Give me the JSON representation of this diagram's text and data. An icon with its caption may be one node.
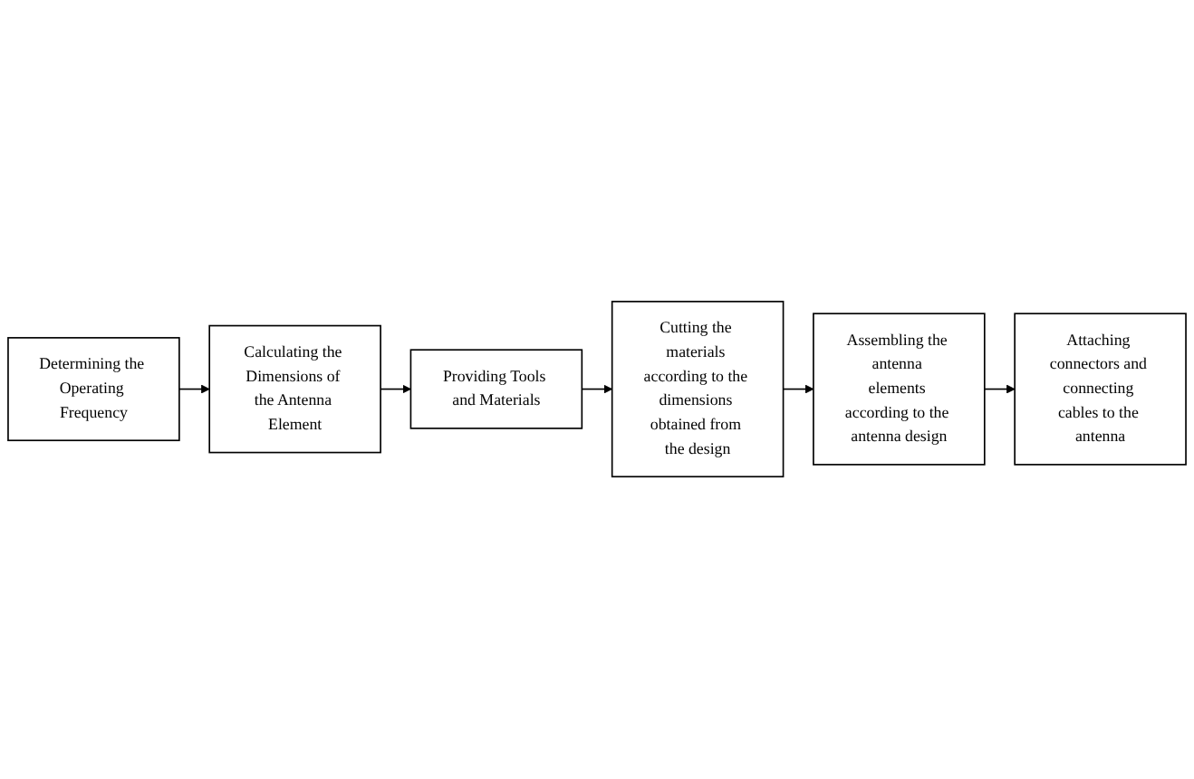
{
  "diagram": {
    "nodes": [
      {
        "text": [
          "Determining the Operating Frequency"
        ]
      },
      {
        "text": [
          "Calculating the Dimensions of the Antenna Element"
        ]
      },
      {
        "text": [
          "Providing Tools and Materials"
        ]
      },
      {
        "text": [
          "Cutting the materials according to the dimensions obtained from the design"
        ]
      },
      {
        "text": [
          "Assembling the antenna elements according to the antenna design"
        ]
      },
      {
        "text": [
          "Attaching connectors and connecting cables to the antenna"
        ]
      }
    ],
    "edges": [
      {
        "from": 0,
        "to": 1,
        "arrow": "to"
      },
      {
        "from": 1,
        "to": 2,
        "arrow": "to"
      },
      {
        "from": 2,
        "to": 3,
        "arrow": "to"
      },
      {
        "from": 3,
        "to": 4,
        "arrow": "to"
      },
      {
        "from": 4,
        "to": 5,
        "arrow": "to"
      }
    ]
  }
}
